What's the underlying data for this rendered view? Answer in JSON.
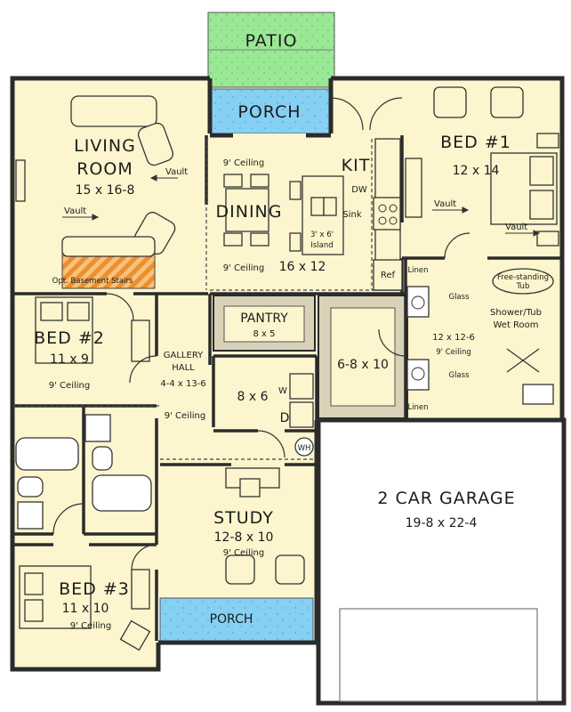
{
  "colors": {
    "floor": "#fcf5cd",
    "wall": "#2b2b2b",
    "porch": "#7cc7f0",
    "patio": "#92e58e",
    "stairs": "#f2a045",
    "garage": "#ffffff",
    "hatch": "#d9d2b8"
  },
  "outdoor": {
    "patio": "PATIO",
    "porch_rear": "PORCH",
    "porch_front": "PORCH"
  },
  "rooms": {
    "living": {
      "name1": "LIVING",
      "name2": "ROOM",
      "size": "15 x 16-8",
      "vault": "Vault",
      "vault2": "Vault",
      "stairs": "Opt. Basement Stairs"
    },
    "dining": {
      "ceiling1": "9' Ceiling",
      "name": "DINING",
      "ceiling2": "9' Ceiling",
      "size": "16 x 12"
    },
    "kitchen": {
      "name": "KIT",
      "dw": "DW",
      "sink": "Sink",
      "island1": "3' x 6'",
      "island2": "Island",
      "ref": "Ref"
    },
    "bed1": {
      "name": "BED #1",
      "size": "12 x 14",
      "vault": "Vault",
      "vault2": "Vault"
    },
    "bath1": {
      "linen_top": "Linen",
      "linen_bottom": "Linen",
      "tub1": "Free-standing",
      "tub2": "Tub",
      "glass1": "Glass",
      "glass2": "Glass",
      "shower1": "Shower/Tub",
      "shower2": "Wet Room",
      "size": "12 x 12-6",
      "ceiling": "9' Ceiling"
    },
    "pantry": {
      "name": "PANTRY",
      "size": "8 x 5"
    },
    "closet": {
      "size": "6-8 x 10"
    },
    "bed2": {
      "name": "BED #2",
      "size": "11 x 9",
      "ceiling": "9' Ceiling"
    },
    "gallery": {
      "name1": "GALLERY",
      "name2": "HALL",
      "size": "4-4 x 13-6",
      "ceiling": "9' Ceiling"
    },
    "laundry": {
      "size": "8 x 6",
      "w": "W",
      "d": "D",
      "wh": "WH"
    },
    "study": {
      "name": "STUDY",
      "size": "12-8 x 10",
      "ceiling": "9' Ceiling"
    },
    "garage": {
      "name": "2 CAR GARAGE",
      "size": "19-8 x 22-4"
    },
    "bed3": {
      "name": "BED #3",
      "size": "11 x 10",
      "ceiling": "9' Ceiling"
    }
  }
}
